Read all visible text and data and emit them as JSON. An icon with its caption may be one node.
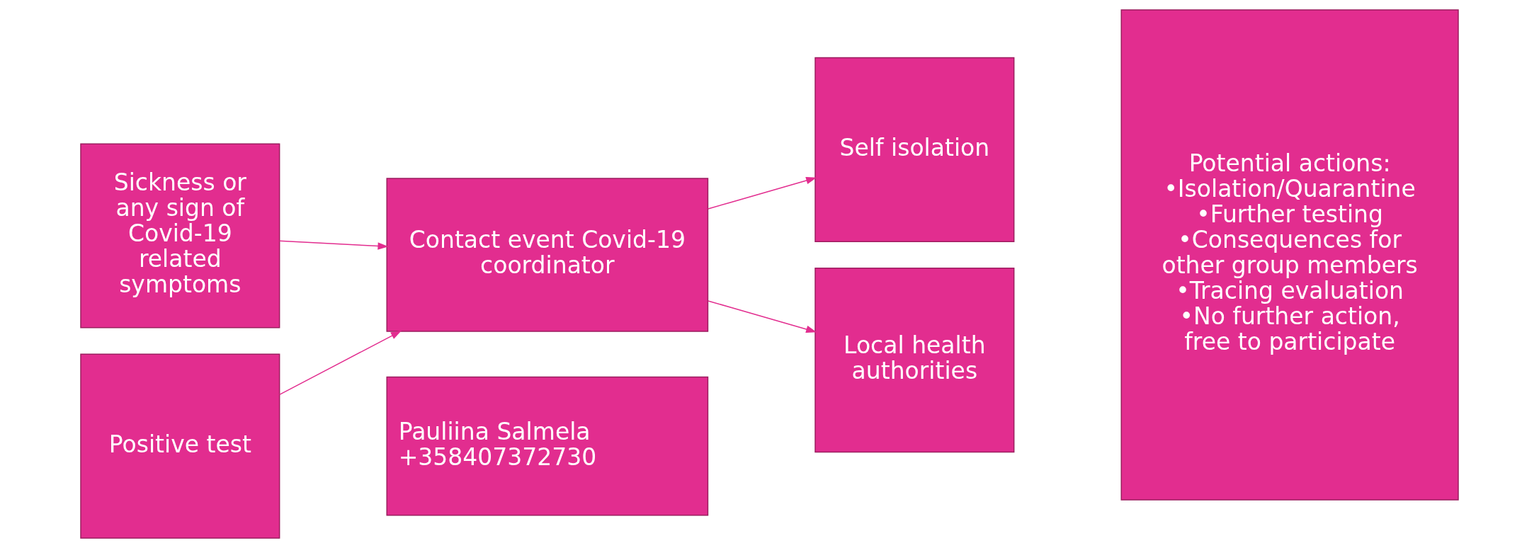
{
  "diagram": {
    "nodes": [
      {
        "text": [
          "Positive test"
        ]
      },
      {
        "text": [
          "Sickness or any sign of Covid-19 related symptoms"
        ]
      },
      {
        "text": [
          "Contact event Covid-19 coordinator"
        ]
      },
      {
        "text": [
          "Pauliina Salmela",
          "+358407372730"
        ]
      },
      {
        "text": [
          "Self isolation"
        ]
      },
      {
        "text": [
          "Local health authorities"
        ]
      },
      {
        "text": [
          "Potential actions:",
          "•Isolation/Quarantine",
          "•Further testing",
          "•Consequences for other group members",
          "•Tracing evaluation",
          "•No further action, free to participate"
        ]
      }
    ],
    "edges": [
      {
        "from": 0,
        "to": 2,
        "arrow": "to"
      },
      {
        "from": 1,
        "to": 2,
        "arrow": "to"
      },
      {
        "from": 2,
        "to": 4,
        "arrow": "to"
      },
      {
        "from": 2,
        "to": 5,
        "arrow": "to"
      }
    ]
  }
}
